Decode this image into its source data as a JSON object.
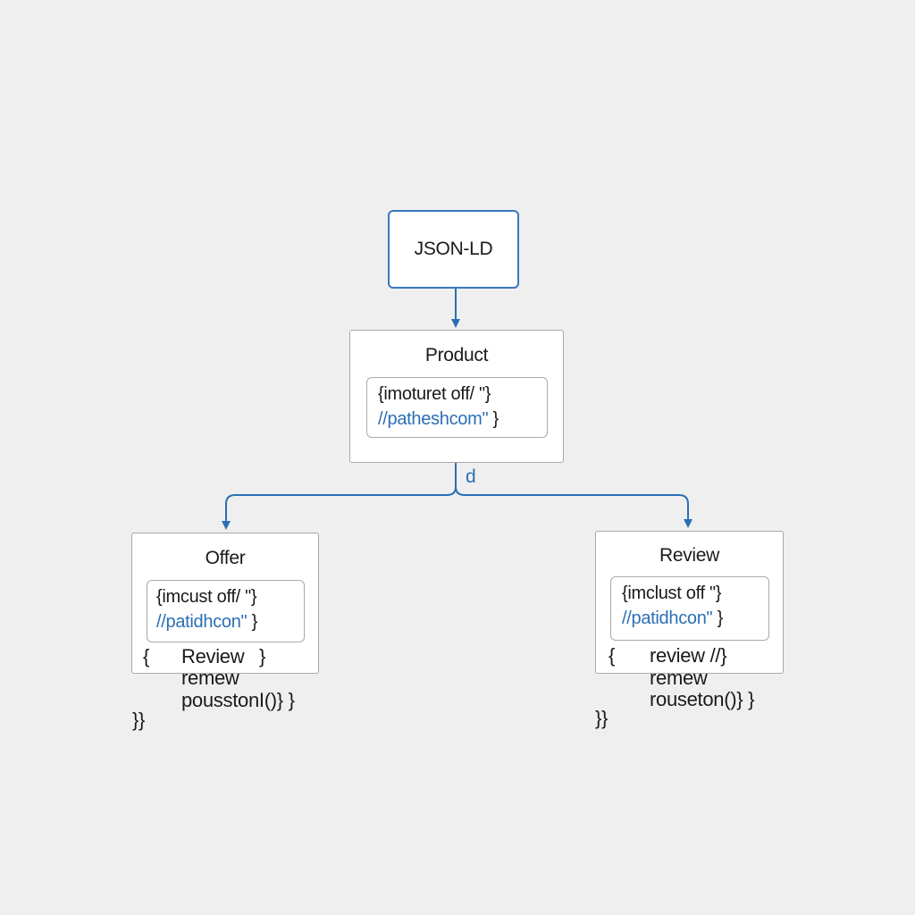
{
  "diagram": {
    "root": {
      "label": "JSON-LD"
    },
    "edge_label": "d",
    "product": {
      "title": "Product",
      "code_line_1": "{imoturet off/ \"}",
      "code_line_2_link": "//patheshcom\"",
      "code_line_2_tail": " }"
    },
    "offer": {
      "title": "Offer",
      "code_line_1": "{imcust off/ \"}",
      "code_line_2_link": "//patidhcon\"",
      "code_line_2_tail": " }",
      "brace_open": "{",
      "body_line_1": "Review",
      "body_line_1_close": "}",
      "body_line_2": "remew",
      "body_line_3": "pousstonI()} }",
      "brace_close": "}}"
    },
    "review": {
      "title": "Review",
      "code_line_1": "{imclust off \"}",
      "code_line_2_link": "//patidhcon\"",
      "code_line_2_tail": " }",
      "brace_open": "{",
      "body_line_1": "review //}",
      "body_line_2": "remew",
      "body_line_3": "rouseton()} }",
      "brace_close": "}}"
    },
    "colors": {
      "background": "#efefef",
      "accent": "#2a6fb5",
      "node_border": "#a9a9a9",
      "root_border": "#3a78c0"
    }
  }
}
